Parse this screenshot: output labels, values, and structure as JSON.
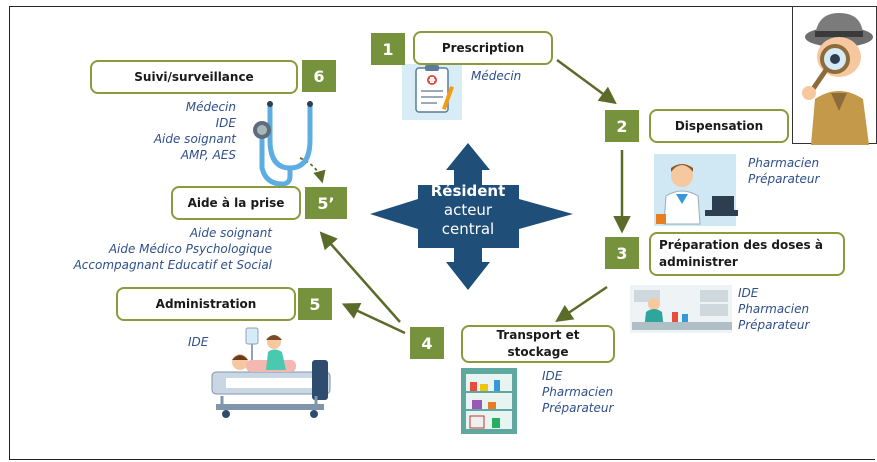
{
  "center": {
    "line1": "Résident",
    "line2": "acteur",
    "line3": "central"
  },
  "steps": {
    "s1": {
      "number": "1",
      "label": "Prescription",
      "roles": [
        "Médecin"
      ]
    },
    "s2": {
      "number": "2",
      "label": "Dispensation",
      "roles": [
        "Pharmacien",
        "Préparateur"
      ]
    },
    "s3": {
      "number": "3",
      "label_line1": "Préparation des doses à",
      "label_line2": "administrer",
      "roles": [
        "IDE",
        "Pharmacien",
        "Préparateur"
      ]
    },
    "s4": {
      "number": "4",
      "label_line1": "Transport et",
      "label_line2": "stockage",
      "roles": [
        "IDE",
        "Pharmacien",
        "Préparateur"
      ]
    },
    "s5": {
      "number": "5",
      "label": "Administration",
      "roles": [
        "IDE"
      ]
    },
    "s5p": {
      "number": "5’",
      "label": "Aide à la prise",
      "roles": [
        "Aide soignant",
        "Aide Médico Psychologique",
        "Accompagnant Educatif et Social"
      ]
    },
    "s6": {
      "number": "6",
      "label": "Suivi/surveillance",
      "roles": [
        "Médecin",
        "IDE",
        "Aide soignant",
        "AMP, AES"
      ]
    }
  },
  "colors": {
    "step_border": "#8a9a3c",
    "number_bg": "#76923c",
    "role_text": "#2f4f8a",
    "center_arrow": "#1f4e79",
    "flow_arrow": "#5a6b2a"
  },
  "icons": [
    "prescription-clipboard-icon",
    "pharmacist-icon",
    "pharmacy-lab-icon",
    "medicine-cabinet-icon",
    "hospital-bed-patient-icon",
    "stethoscope-icon",
    "detective-icon"
  ]
}
